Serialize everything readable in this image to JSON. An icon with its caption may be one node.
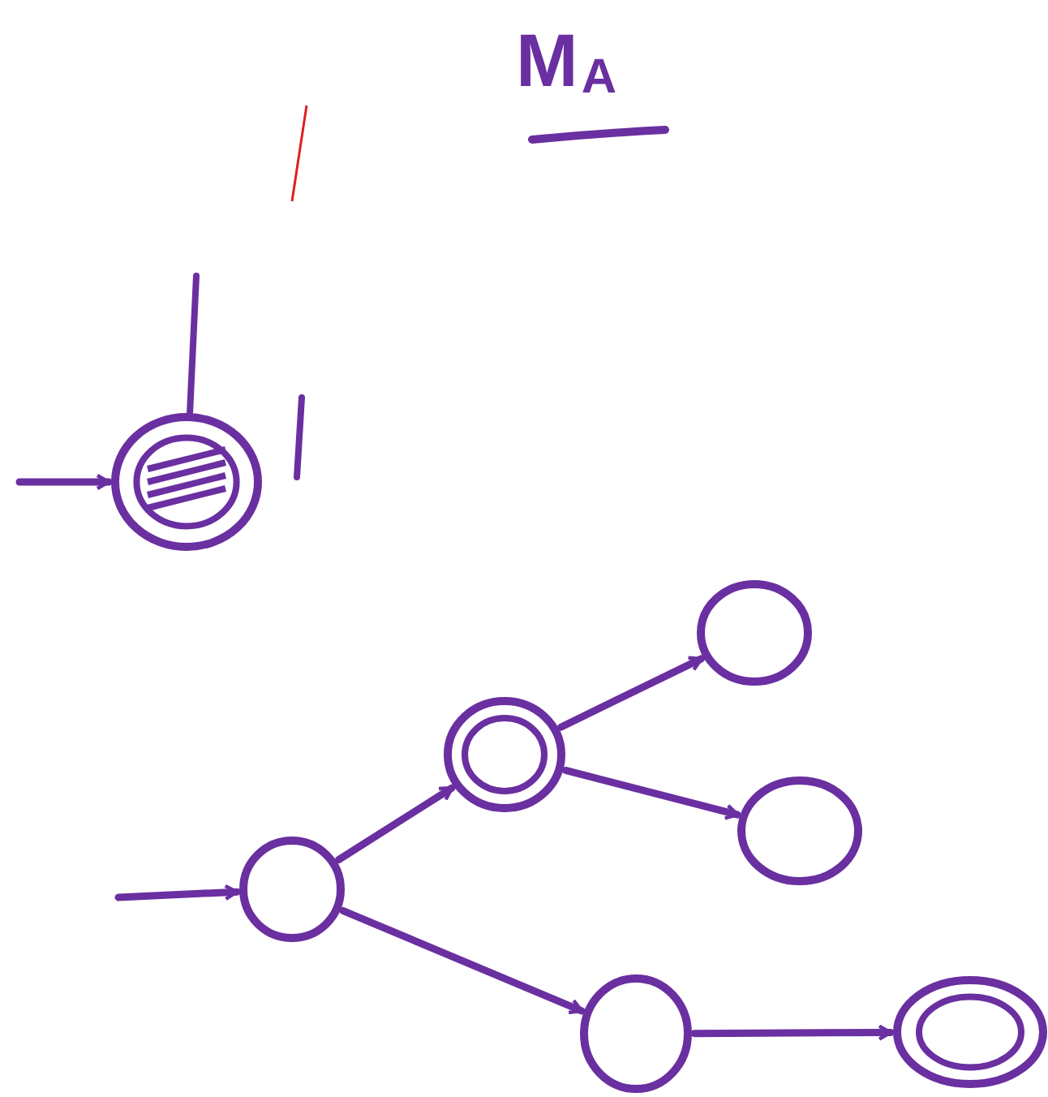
{
  "diagram": {
    "title": "M$_{A}$",
    "nodes": [
      {
        "text": [],
        "shape": "circle"
      },
      {
        "text": [],
        "shape": "circle"
      },
      {
        "text": [],
        "shape": "circle"
      },
      {
        "text": [],
        "shape": "circle"
      },
      {
        "text": [],
        "shape": "circle"
      },
      {
        "text": [],
        "shape": "circle"
      },
      {
        "text": [],
        "shape": "circle"
      }
    ],
    "edges": [
      {
        "from": null,
        "to": 0,
        "arrow": "to"
      },
      {
        "from": null,
        "to": 1,
        "arrow": "to"
      },
      {
        "from": 1,
        "to": 2,
        "arrow": "to"
      },
      {
        "from": 2,
        "to": 3,
        "arrow": "to"
      },
      {
        "from": 2,
        "to": 4,
        "arrow": "to"
      },
      {
        "from": 1,
        "to": 5,
        "arrow": "to"
      },
      {
        "from": 5,
        "to": 6,
        "arrow": "to"
      }
    ]
  }
}
